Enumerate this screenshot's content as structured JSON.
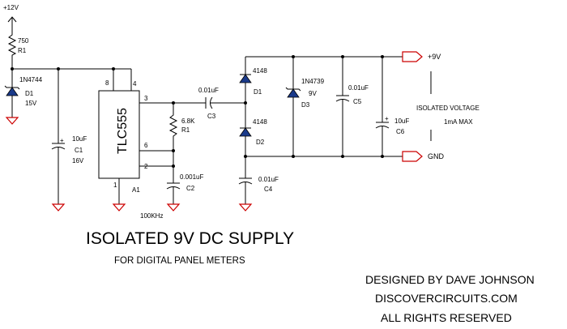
{
  "power": {
    "vcc": "+12V"
  },
  "resistors": {
    "r1": {
      "value": "750",
      "ref": "R1"
    },
    "r_timing": {
      "value": "6.8K",
      "ref": "R1"
    }
  },
  "diodes": {
    "d1": {
      "part": "1N4744",
      "ref": "D1",
      "voltage": "15V"
    },
    "d_upper": {
      "part": "4148",
      "ref": "D1"
    },
    "d_lower": {
      "part": "4148",
      "ref": "D2"
    },
    "d3": {
      "part": "1N4739",
      "ref": "D3",
      "voltage": "9V"
    }
  },
  "capacitors": {
    "c1": {
      "value": "10uF",
      "ref": "C1",
      "voltage": "16V"
    },
    "c2": {
      "value": "0.001uF",
      "ref": "C2"
    },
    "c3": {
      "value": "0.01uF",
      "ref": "C3"
    },
    "c4": {
      "value": "0.01uF",
      "ref": "C4"
    },
    "c5": {
      "value": "0.01uF",
      "ref": "C5"
    },
    "c6": {
      "value": "10uF",
      "ref": "C6"
    }
  },
  "ic": {
    "name": "TLC555",
    "ref": "A1",
    "frequency": "100KHz",
    "pins": {
      "p8": "8",
      "p4": "4",
      "p3": "3",
      "p6": "6",
      "p2": "2",
      "p1": "1"
    }
  },
  "outputs": {
    "plus": "+9V",
    "gnd": "GND",
    "isolated_label": "ISOLATED VOLTAGE",
    "current": "1mA MAX"
  },
  "title": "ISOLATED 9V DC SUPPLY",
  "subtitle": "FOR DIGITAL PANEL METERS",
  "credits": {
    "designer": "DESIGNED BY DAVE JOHNSON",
    "site": "DISCOVERCIRCUITS.COM",
    "rights": "ALL RIGHTS RESERVED"
  }
}
